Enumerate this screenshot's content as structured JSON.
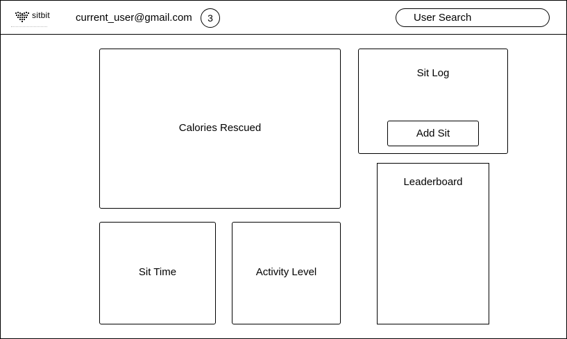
{
  "header": {
    "logo_text": "sitbit",
    "user_email": "current_user@gmail.com",
    "notification_count": "3",
    "search_placeholder": "User Search"
  },
  "panels": {
    "calories": {
      "title": "Calories Rescued"
    },
    "sit_log": {
      "title": "Sit Log",
      "add_button": "Add Sit"
    },
    "leaderboard": {
      "title": "Leaderboard"
    },
    "sit_time": {
      "title": "Sit Time"
    },
    "activity": {
      "title": "Activity Level"
    }
  }
}
